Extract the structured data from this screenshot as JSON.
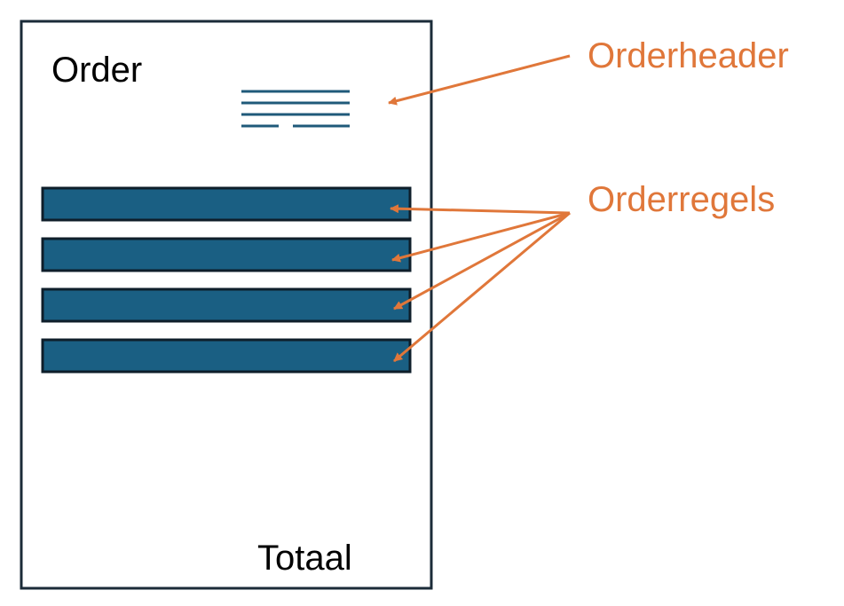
{
  "document": {
    "title": "Order",
    "total_label": "Totaal"
  },
  "labels": {
    "header": "Orderheader",
    "lines": "Orderregels"
  },
  "order_lines": [
    {
      "id": "line-1"
    },
    {
      "id": "line-2"
    },
    {
      "id": "line-3"
    },
    {
      "id": "line-4"
    }
  ],
  "colors": {
    "frame": "#1b2b38",
    "header_lines": "#1f5a7a",
    "line_fill": "#1a5f83",
    "line_stroke": "#0e1e2a",
    "annotation": "#e0773a",
    "text": "#000000"
  }
}
